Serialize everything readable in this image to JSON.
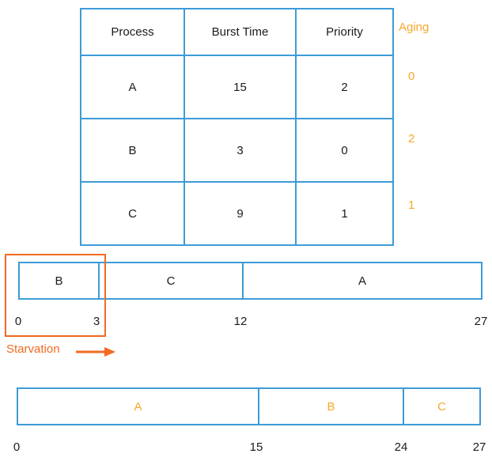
{
  "colors": {
    "table_border_blue": "#3d9bd7",
    "accent_orange": "#f9a72b",
    "annotation_orange": "#f26a21",
    "text_dark": "#1b1b1b"
  },
  "table": {
    "headers": [
      "Process",
      "Burst Time",
      "Priority"
    ],
    "rows": [
      {
        "process": "A",
        "burst_time": "15",
        "priority": "2"
      },
      {
        "process": "B",
        "burst_time": "3",
        "priority": "0"
      },
      {
        "process": "C",
        "burst_time": "9",
        "priority": "1"
      }
    ]
  },
  "aging": {
    "header": "Aging",
    "values": [
      "0",
      "2",
      "1"
    ]
  },
  "annotation": {
    "starvation_label": "Starvation",
    "arrow_icon": "arrow-right-icon"
  },
  "chart_data": [
    {
      "type": "gantt",
      "name": "priority-schedule-without-aging",
      "title": "",
      "segments": [
        {
          "label": "B",
          "start": 0,
          "end": 3,
          "label_color": "#1b1b1b"
        },
        {
          "label": "C",
          "start": 3,
          "end": 12,
          "label_color": "#1b1b1b"
        },
        {
          "label": "A",
          "start": 12,
          "end": 27,
          "label_color": "#1b1b1b"
        }
      ],
      "ticks": [
        "0",
        "3",
        "12",
        "27"
      ],
      "tick_values": [
        0,
        3,
        12,
        27
      ],
      "xlim": [
        0,
        27
      ],
      "xlabel": "",
      "ylabel": "",
      "grid": false,
      "annotation": "Starvation"
    },
    {
      "type": "gantt",
      "name": "priority-schedule-with-aging",
      "title": "",
      "segments": [
        {
          "label": "A",
          "start": 0,
          "end": 15,
          "label_color": "#f9a72b"
        },
        {
          "label": "B",
          "start": 15,
          "end": 24,
          "label_color": "#f9a72b"
        },
        {
          "label": "C",
          "start": 24,
          "end": 27,
          "label_color": "#f9a72b"
        }
      ],
      "ticks": [
        "0",
        "15",
        "24",
        "27"
      ],
      "tick_values": [
        0,
        15,
        24,
        27
      ],
      "xlim": [
        0,
        27
      ],
      "xlabel": "",
      "ylabel": "",
      "grid": false
    }
  ]
}
